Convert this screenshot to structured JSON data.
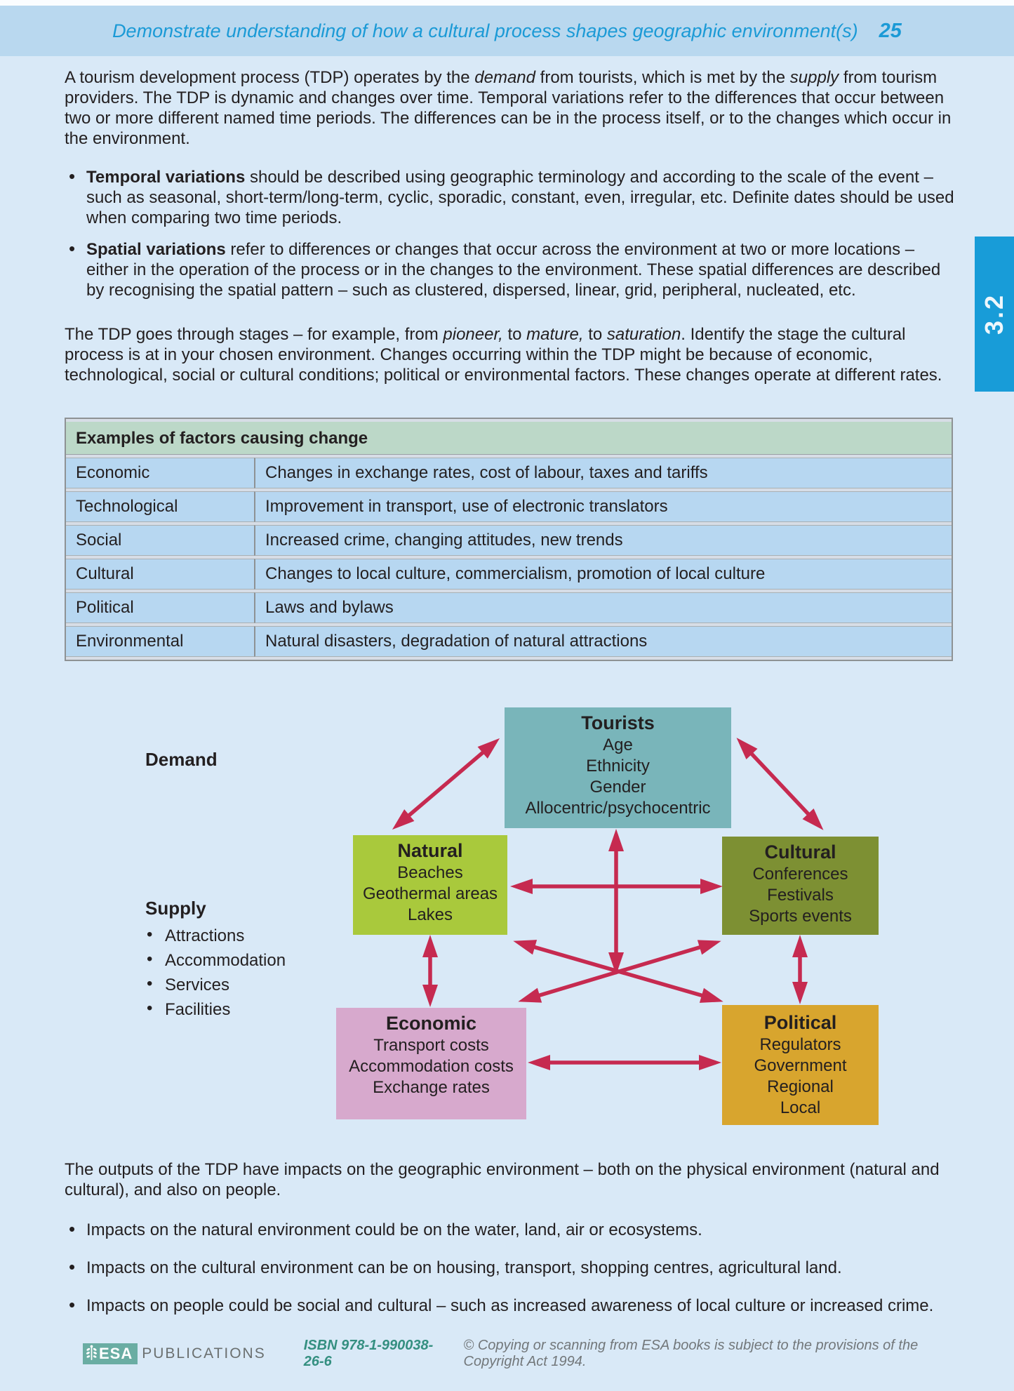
{
  "header": {
    "title": "Demonstrate understanding of how a cultural process shapes geographic environment(s)",
    "page_number": "25"
  },
  "side_tab": {
    "label": "3.2"
  },
  "intro": {
    "s0": "A tourism development process (TDP) operates by the ",
    "em1": "demand",
    "s1": " from tourists, which is met by the ",
    "em2": "supply",
    "s2": " from tourism providers. The TDP is dynamic and changes over time. Temporal variations refer to the differences that occur between two or more different named time periods. The differences can be in the process itself, or to the changes which occur in the environment."
  },
  "variation_bullets": [
    {
      "lead": "Temporal variations",
      "text": " should be described using geographic terminology and according to the scale of the event – such as seasonal, short-term/long-term, cyclic, sporadic, constant, even, irregular, etc. Definite dates should be used when comparing two time periods."
    },
    {
      "lead": "Spatial variations",
      "text": " refer to differences or changes that occur across the environment at two or more locations – either in the operation of the process or in the changes to the environment. These spatial differences are described by recognising the spatial pattern – such as clustered, dispersed, linear, grid, peripheral, nucleated, etc."
    }
  ],
  "stages": {
    "s0": "The TDP goes through stages – for example, from ",
    "em1": "pioneer,",
    "s1": " to ",
    "em2": "mature,",
    "s2": " to ",
    "em3": "saturation",
    "s3": ". Identify the stage the cultural process is at in your chosen environment. Changes occurring within the TDP might be because of economic, technological, social or cultural conditions; political or environmental factors. These changes operate at different rates."
  },
  "factors_table": {
    "title": "Examples of factors causing change",
    "rows": [
      {
        "factor": "Economic",
        "examples": "Changes in exchange rates, cost of labour, taxes and tariffs"
      },
      {
        "factor": "Technological",
        "examples": "Improvement in transport, use of electronic translators"
      },
      {
        "factor": "Social",
        "examples": "Increased crime, changing attitudes, new trends"
      },
      {
        "factor": "Cultural",
        "examples": "Changes to local culture, commercialism, promotion of local culture"
      },
      {
        "factor": "Political",
        "examples": "Laws and bylaws"
      },
      {
        "factor": "Environmental",
        "examples": "Natural disasters, degradation of natural attractions"
      }
    ]
  },
  "diagram": {
    "demand_label": "Demand",
    "supply_label": "Supply",
    "supply_items": [
      "Attractions",
      "Accommodation",
      "Services",
      "Facilities"
    ],
    "arrow_color": "#c62a50",
    "boxes": {
      "tourists": {
        "title": "Tourists",
        "color": "#79b5ba",
        "lines": [
          "Age",
          "Ethnicity",
          "Gender",
          "Allocentric/psychocentric"
        ]
      },
      "natural": {
        "title": "Natural",
        "color": "#a9c93c",
        "lines": [
          "Beaches",
          "Geothermal areas",
          "Lakes"
        ]
      },
      "cultural": {
        "title": "Cultural",
        "color": "#7d9033",
        "lines": [
          "Conferences",
          "Festivals",
          "Sports events"
        ]
      },
      "economic": {
        "title": "Economic",
        "color": "#d7a9cd",
        "lines": [
          "Transport costs",
          "Accommodation costs",
          "Exchange rates"
        ]
      },
      "political": {
        "title": "Political",
        "color": "#d8a52e",
        "lines": [
          "Regulators",
          "Government",
          "Regional",
          "Local"
        ]
      }
    }
  },
  "outputs_paragraph": "The outputs of the TDP have impacts on the geographic environment – both on the physical environment (natural and cultural), and also on people.",
  "impact_bullets": [
    "Impacts on the natural environment could be on the water, land, air or ecosystems.",
    "Impacts on the cultural environment can be on housing, transport, shopping centres, agricultural land.",
    "Impacts on people could be social and cultural – such as increased awareness of local culture or increased crime."
  ],
  "footer": {
    "logo_text": "ESA",
    "publisher": "PUBLICATIONS",
    "isbn": "ISBN 978-1-990038-26-6",
    "copyright": "© Copying or scanning from ESA books is subject to the provisions of the Copyright Act 1994."
  },
  "colors": {
    "page_background": "#d9e9f7",
    "header_band": "#b9d8ef",
    "title_blue": "#1b9ad6",
    "tab_blue": "#189cd8",
    "table_header_bg": "#bcd8c8",
    "table_row_bg": "#b7d7f1",
    "table_border": "#8e9294",
    "arrow": "#c62a50",
    "footer_logo_teal": "#6aada3",
    "isbn_teal": "#348f80"
  }
}
